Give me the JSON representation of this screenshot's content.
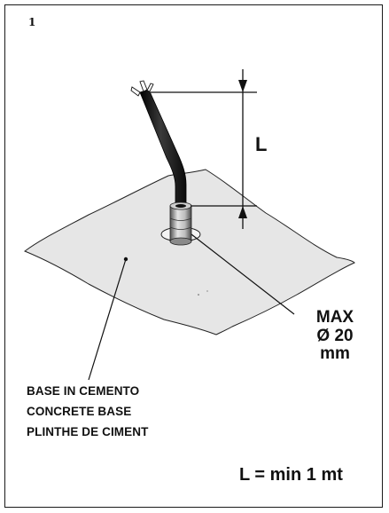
{
  "figure": {
    "number": "1"
  },
  "dimension": {
    "symbol": "L"
  },
  "diameter_note": {
    "line1": "MAX",
    "line2": "Ø 20 mm"
  },
  "base_labels": [
    "BASE IN CEMENTO",
    "CONCRETE BASE",
    "PLINTHE DE CIMENT"
  ],
  "formula": "L = min 1 mt",
  "colors": {
    "ink": "#111111",
    "base_fill": "#e6e6e6",
    "cable": "#1a1a1a",
    "sleeve_light": "#d8d8d8",
    "sleeve_dark": "#6a6a6a"
  }
}
